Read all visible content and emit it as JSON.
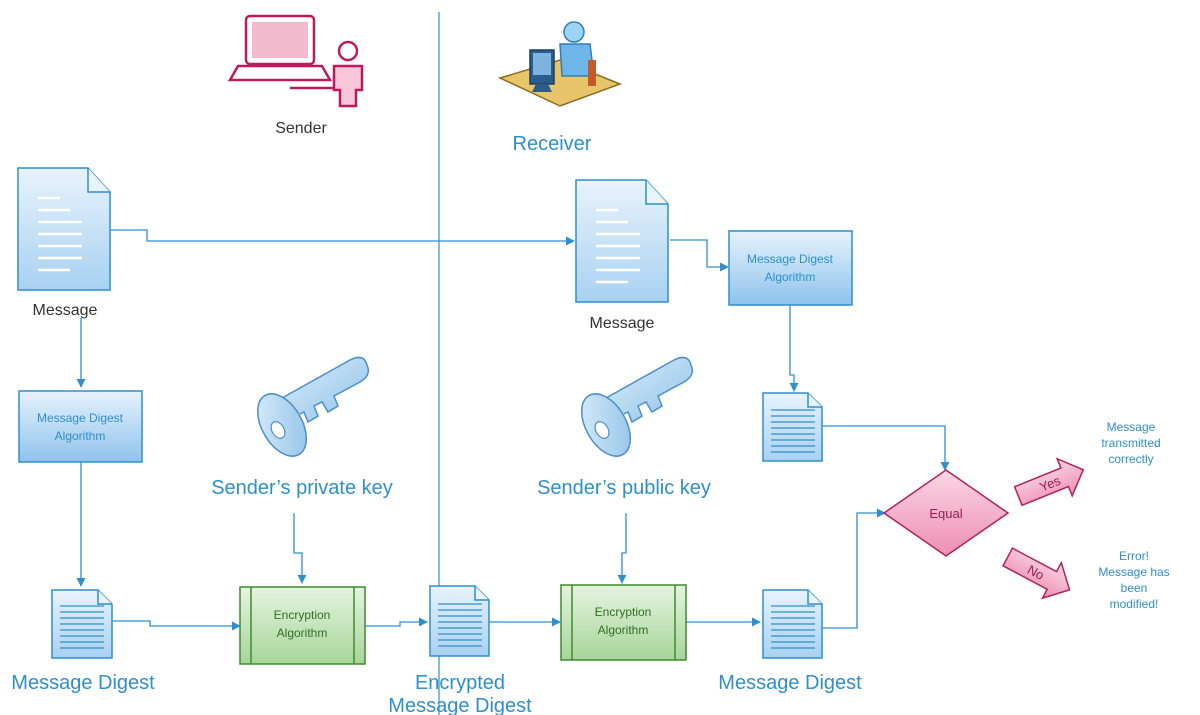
{
  "actors": {
    "sender_label": "Sender",
    "receiver_label": "Receiver"
  },
  "sender_side": {
    "message_label": "Message",
    "digest_algorithm_line1": "Message Digest",
    "digest_algorithm_line2": "Algorithm",
    "digest_label": "Message Digest",
    "private_key_label": "Sender’s private key",
    "encryption_line1": "Encryption",
    "encryption_line2": "Algorithm"
  },
  "channel": {
    "encrypted_line1": "Encrypted",
    "encrypted_line2": "Message Digest"
  },
  "receiver_side": {
    "message_label": "Message",
    "digest_algorithm_line1": "Message Digest",
    "digest_algorithm_line2": "Algorithm",
    "public_key_label": "Sender’s public key",
    "decryption_line1": "Encryption",
    "decryption_line2": "Algorithm",
    "digest_label": "Message Digest",
    "compare_label": "Equal",
    "yes_label": "Yes",
    "no_label": "No",
    "success_lines": [
      "Message",
      "transmitted",
      "correctly"
    ],
    "error_lines": [
      "Error!",
      "Message has",
      "been",
      "modified!"
    ]
  },
  "colors": {
    "connector": "#2e8fcc",
    "doc_fill": "#cfe6f8",
    "algorithm_fill": "#bcdcf5",
    "encryption_fill": "#cde9c4",
    "decision_fill": "#f5b3cb",
    "sender_pink": "#d6246e"
  }
}
